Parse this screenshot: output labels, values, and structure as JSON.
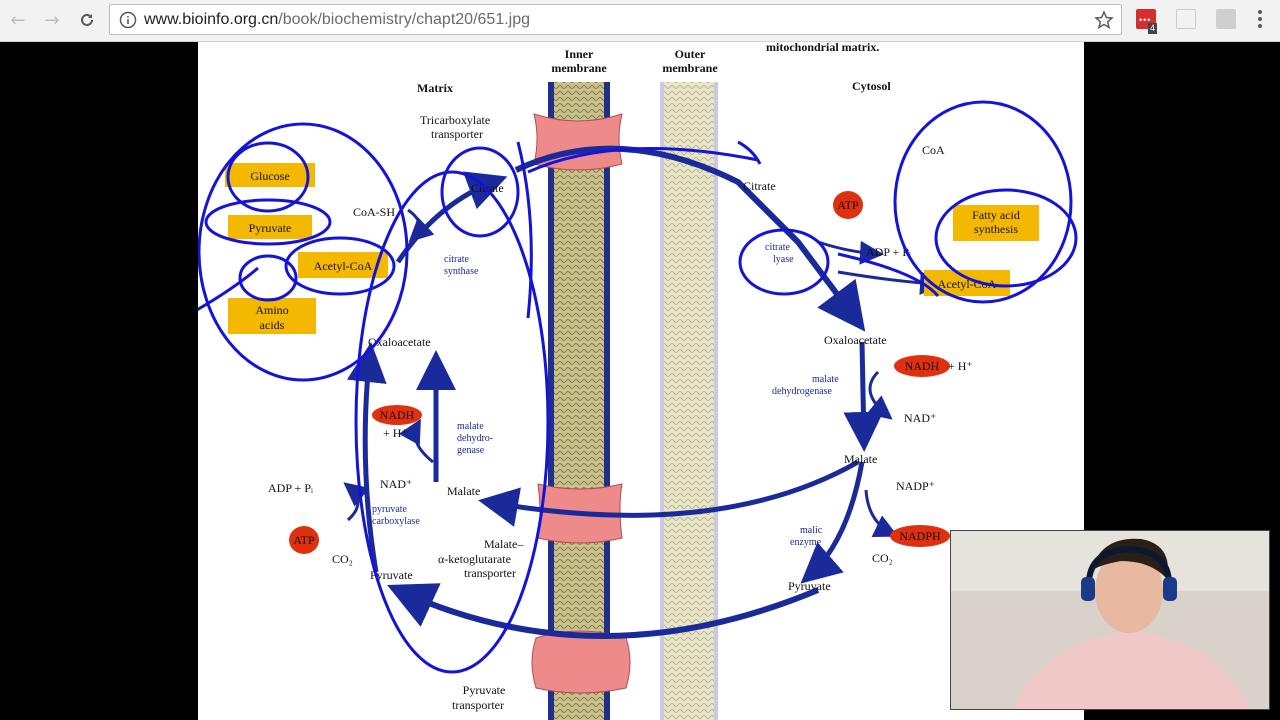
{
  "browser": {
    "url_domain": "www.bioinfo.org.cn",
    "url_path": "/book/biochemistry/chapt20/651.jpg",
    "extension_badge": "4",
    "back_icon": "arrow-left-icon",
    "forward_icon": "arrow-right-icon",
    "reload_icon": "reload-icon",
    "info_icon": "info-icon",
    "bookmark_icon": "star-icon"
  },
  "diagram": {
    "top_caption": "mitochondrial matrix.",
    "inner_membrane": "Inner membrane",
    "outer_membrane": "Outer membrane",
    "matrix": "Matrix",
    "cytosol": "Cytosol",
    "glucose": "Glucose",
    "pyruvate_box": "Pyruvate",
    "acetyl_coa_matrix": "Acetyl-CoA",
    "amino_acids_1": "Amino",
    "amino_acids_2": "acids",
    "coa_sh": "CoA-SH",
    "citrate_synthase_1": "citrate",
    "citrate_synthase_2": "synthase",
    "citrate_matrix": "Citrate",
    "tricarboxylate_1": "Tricarboxylate",
    "tricarboxylate_2": "transporter",
    "oxaloacetate_matrix": "Oxaloacetate",
    "nadh_matrix": "NADH",
    "h_plus": "+ H⁺",
    "malate_dh_1": "malate",
    "malate_dh_2": "dehydro-",
    "malate_dh_3": "genase",
    "nad_plus_matrix": "NAD⁺",
    "malate_matrix": "Malate",
    "adp_pi": "ADP + Pᵢ",
    "pyruvate_carboxylase_1": "pyruvate",
    "pyruvate_carboxylase_2": "carboxylase",
    "atp_matrix": "ATP",
    "co2_matrix": "CO₂",
    "pyruvate_matrix": "Pyruvate",
    "malate_akg_1": "Malate–",
    "malate_akg_2": "α-ketoglutarate",
    "malate_akg_3": "transporter",
    "pyruvate_transporter_1": "Pyruvate",
    "pyruvate_transporter_2": "transporter",
    "coa_cytosol": "CoA",
    "citrate_cytosol": "Citrate",
    "atp_cytosol": "ATP",
    "citrate_lyase_1": "citrate",
    "citrate_lyase_2": "lyase",
    "adp_pi_cytosol": "ADP + Pᵢ",
    "fatty_acid_1": "Fatty acid",
    "fatty_acid_2": "synthesis",
    "acetyl_coa_cytosol": "Acetyl-CoA",
    "oxaloacetate_cytosol": "Oxaloacetate",
    "nadh_cytosol": "NADH",
    "h_plus_cytosol": "+ H⁺",
    "malate_dehydrogenase_1": "malate",
    "malate_dehydrogenase_2": "dehydrogenase",
    "nad_plus_cytosol": "NAD⁺",
    "malate_cytosol": "Malate",
    "nadp_plus": "NADP⁺",
    "malic_enzyme_1": "malic",
    "malic_enzyme_2": "enzyme",
    "nadph": "NADPH",
    "co2_cytosol": "CO₂",
    "pyruvate_cytosol": "Pyruvate"
  },
  "colors": {
    "box_fill": "#f5b800",
    "oval_fill": "#e03010",
    "pathway_blue": "#1a2a9a",
    "ink_blue": "#1414d8",
    "transporter_pink": "#ef8a8a"
  }
}
